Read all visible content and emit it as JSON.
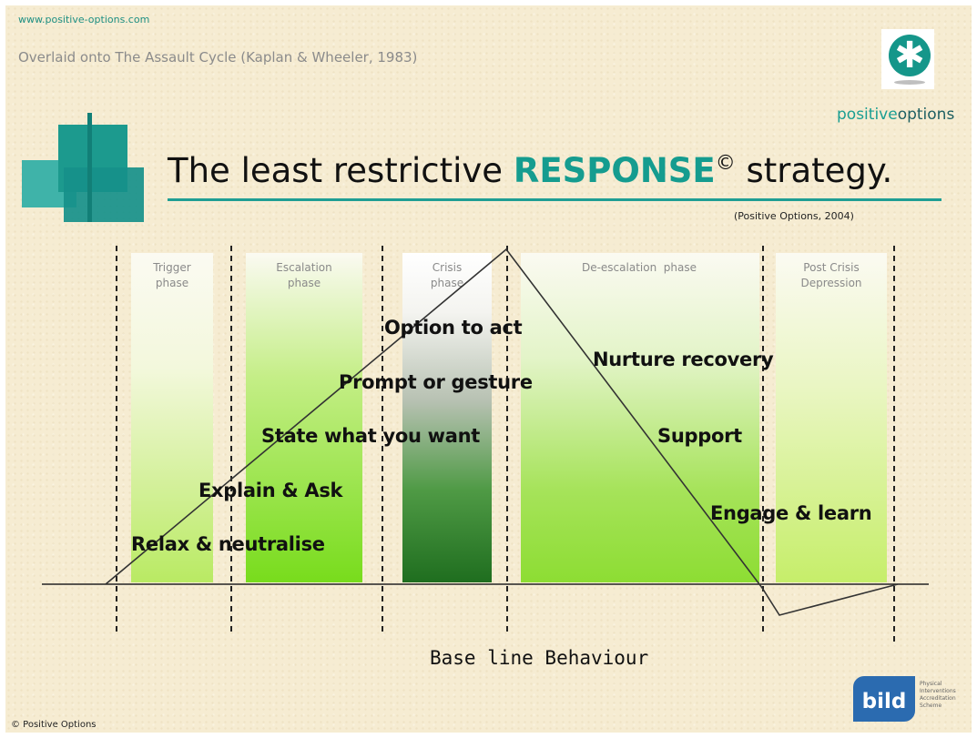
{
  "header": {
    "url": "www.positive-options.com",
    "subtitle": "Overlaid onto The Assault Cycle (Kaplan & Wheeler, 1983)",
    "title_pre": "The least restrictive ",
    "title_emph": "RESPONSE",
    "title_mark": "©",
    "title_post": " strategy.",
    "citation": "(Positive Options, 2004)"
  },
  "brand": {
    "icon": "running-figure-icon",
    "name_part1": "positive",
    "name_part2": "options",
    "accent_color": "#15968a"
  },
  "phases": [
    {
      "line1": "Trigger",
      "line2": "phase"
    },
    {
      "line1": "Escalation",
      "line2": "phase"
    },
    {
      "line1": "Crisis",
      "line2": "phase"
    },
    {
      "line1": "De-escalation  phase",
      "line2": ""
    },
    {
      "line1": "Post Crisis",
      "line2": "Depression"
    }
  ],
  "escalation_responses": [
    "Relax & neutralise",
    "Explain & Ask",
    "State what you want",
    "Prompt or gesture",
    "Option to act"
  ],
  "deescalation_responses": [
    "Nurture recovery",
    "Support",
    "Engage & learn"
  ],
  "baseline_label": "Base line Behaviour",
  "footer": "© Positive Options",
  "bild_logo": {
    "text": "bild",
    "small_text": "Physical Interventions Accreditation Scheme",
    "color": "#2b6bb0"
  }
}
